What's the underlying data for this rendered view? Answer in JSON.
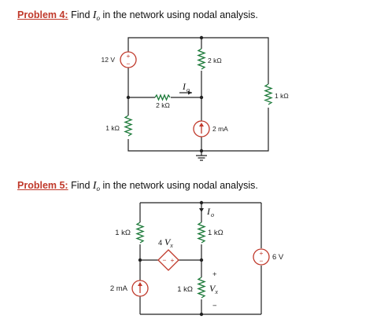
{
  "problem4": {
    "title_lead": "Problem 4:",
    "title_pre": " Find ",
    "title_var": "I",
    "title_sub": "o",
    "title_post": " in the network using nodal analysis.",
    "v_source": "12 V",
    "r_top_right": "2 kΩ",
    "r_middle": "2 kΩ",
    "r_far_right": "1 kΩ",
    "r_left": "1 kΩ",
    "i_source": "2 mA",
    "current_var": "I",
    "current_sub": "o",
    "source_plus": "+",
    "source_minus": "−"
  },
  "problem5": {
    "title_lead": "Problem 5:",
    "title_pre": " Find ",
    "title_var": "I",
    "title_sub": "o",
    "title_post": " in the network using nodal analysis.",
    "r_left": "1 kΩ",
    "r_mid": "1 kΩ",
    "dep_source_coef": "4 ",
    "dep_source_var": "V",
    "dep_source_sub": "x",
    "dep_plus": "+",
    "dep_minus": "−",
    "i_source": "2 mA",
    "r_bottom": "1 kΩ",
    "vx_plus": "+",
    "vx_minus": "−",
    "vx_var": "V",
    "vx_sub": "x",
    "v_source": "6 V",
    "current_var": "I",
    "current_sub": "o",
    "source_plus": "+",
    "source_minus": "−"
  },
  "colors": {
    "title_accent": "#c0392b",
    "resistor": "#1d7a3a",
    "source": "#c0392b",
    "wire": "#222222"
  }
}
